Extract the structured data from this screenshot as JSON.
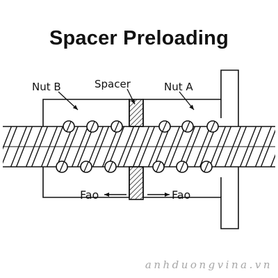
{
  "title": "Spacer Preloading",
  "labels": {
    "nut_b": "Nut B",
    "spacer": "Spacer",
    "nut_a": "Nut A",
    "force_left": "Fao",
    "force_right": "Fao"
  },
  "watermark": "anhduongvina.vn",
  "colors": {
    "line": "#111111",
    "watermark": "#a7a7a7"
  }
}
